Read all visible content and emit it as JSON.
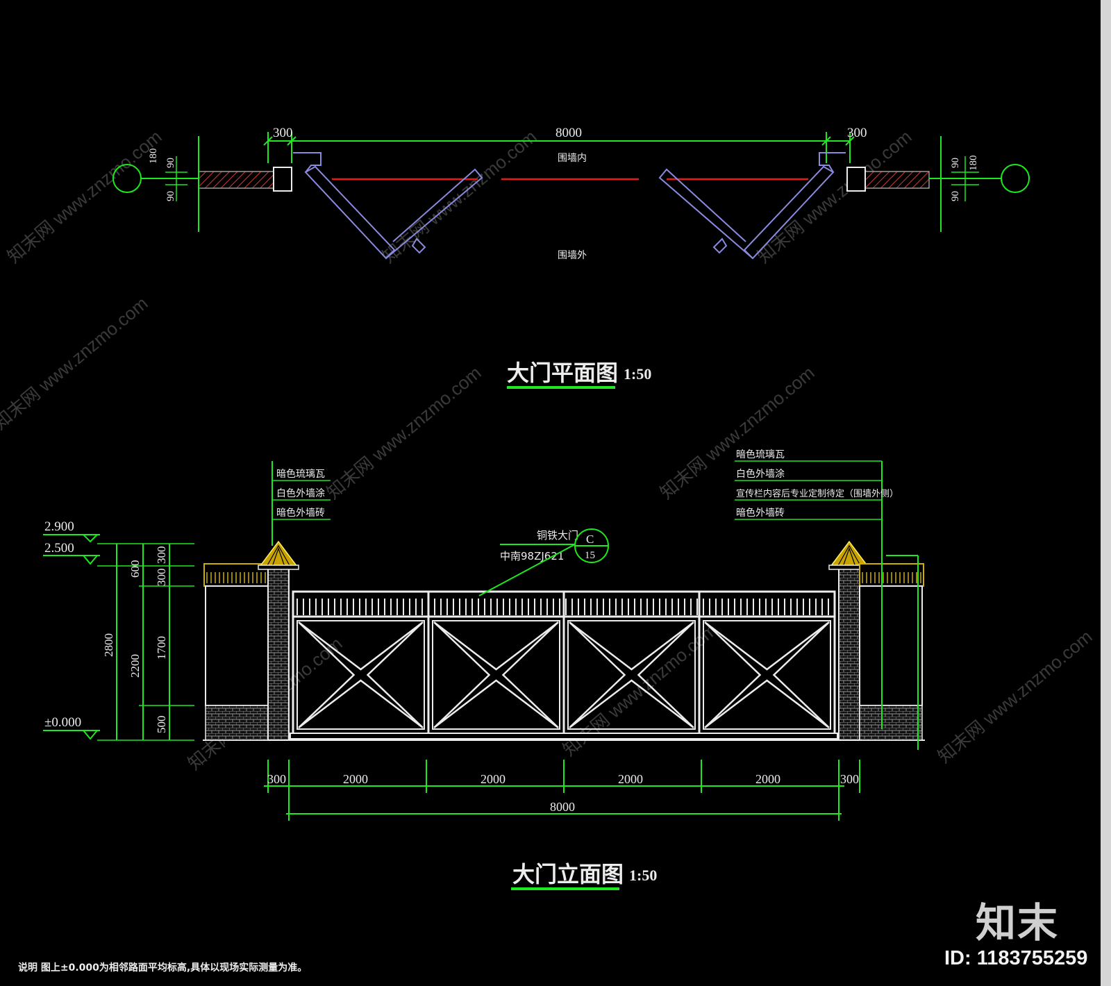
{
  "plan": {
    "title": "大门平面图",
    "scale": "1:50",
    "dims": {
      "left": "300",
      "center": "8000",
      "right": "300"
    },
    "label_inside": "围墙内",
    "label_outside": "围墙外",
    "side_dims": {
      "a": "90",
      "b": "90",
      "c": "180"
    }
  },
  "elevation": {
    "title": "大门立面图",
    "scale": "1:50",
    "gate_note": {
      "title": "铜铁大门",
      "ref": "中南98ZJ621",
      "symbol_top": "C",
      "symbol_bottom": "15"
    },
    "left_notes": [
      "暗色琉璃瓦",
      "白色外墙涂",
      "暗色外墙砖"
    ],
    "right_notes": [
      "暗色琉璃瓦",
      "白色外墙涂",
      "宣传栏内容后专业定制待定（围墙外侧）",
      "暗色外墙砖"
    ],
    "levels": [
      "2.900",
      "2.500",
      "±0.000"
    ],
    "vertical_dims": {
      "total": "2800",
      "upper": "600",
      "lower": "2200",
      "cap1": "300",
      "cap2": "300",
      "mid": "1700",
      "base": "500"
    },
    "bottom_dims": [
      "300",
      "2000",
      "2000",
      "2000",
      "2000",
      "300"
    ],
    "total_width": "8000"
  },
  "note": "说明  图上±0.000为相邻路面平均标高,具体以现场实际测量为准。",
  "watermark": {
    "logo": "知末",
    "id": "ID: 1183755259",
    "text": "知末网 www.znzmo.com"
  },
  "colors": {
    "green": "#1ee81e",
    "red": "#e51a1a",
    "blue": "#8a8ae0",
    "white": "#ececec",
    "grey": "#9a9a9a"
  }
}
